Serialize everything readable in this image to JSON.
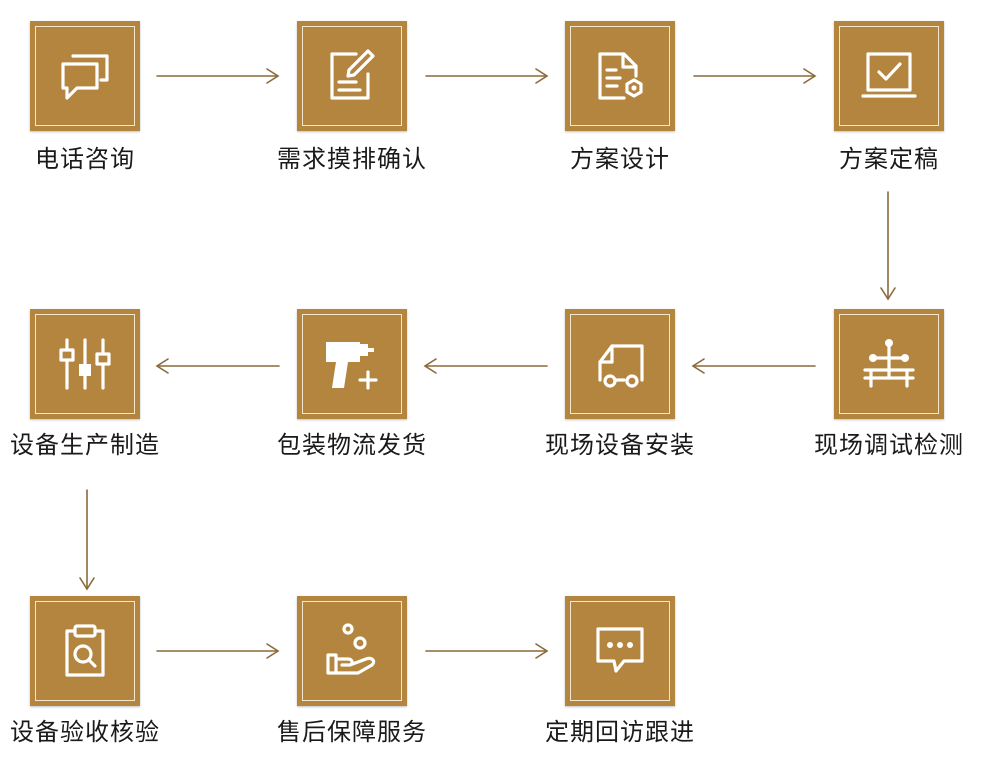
{
  "steps": [
    {
      "label": "电话咨询",
      "icon": "chat-bubbles-icon"
    },
    {
      "label": "需求摸排确认",
      "icon": "edit-form-icon"
    },
    {
      "label": "方案设计",
      "icon": "document-settings-icon"
    },
    {
      "label": "方案定稿",
      "icon": "monitor-check-icon"
    },
    {
      "label": "现场调试检测",
      "icon": "network-tree-icon"
    },
    {
      "label": "现场设备安装",
      "icon": "truck-icon"
    },
    {
      "label": "包装物流发货",
      "icon": "power-drill-icon"
    },
    {
      "label": "设备生产制造",
      "icon": "equalizer-sliders-icon"
    },
    {
      "label": "设备验收核验",
      "icon": "clipboard-search-icon"
    },
    {
      "label": "售后保障服务",
      "icon": "hand-service-icon"
    },
    {
      "label": "定期回访跟进",
      "icon": "message-dots-icon"
    }
  ],
  "colors": {
    "tile": "#b3853e",
    "tile_border": "#f3e6cf",
    "arrow": "#8a6a3a",
    "text": "#1a1a1a"
  }
}
